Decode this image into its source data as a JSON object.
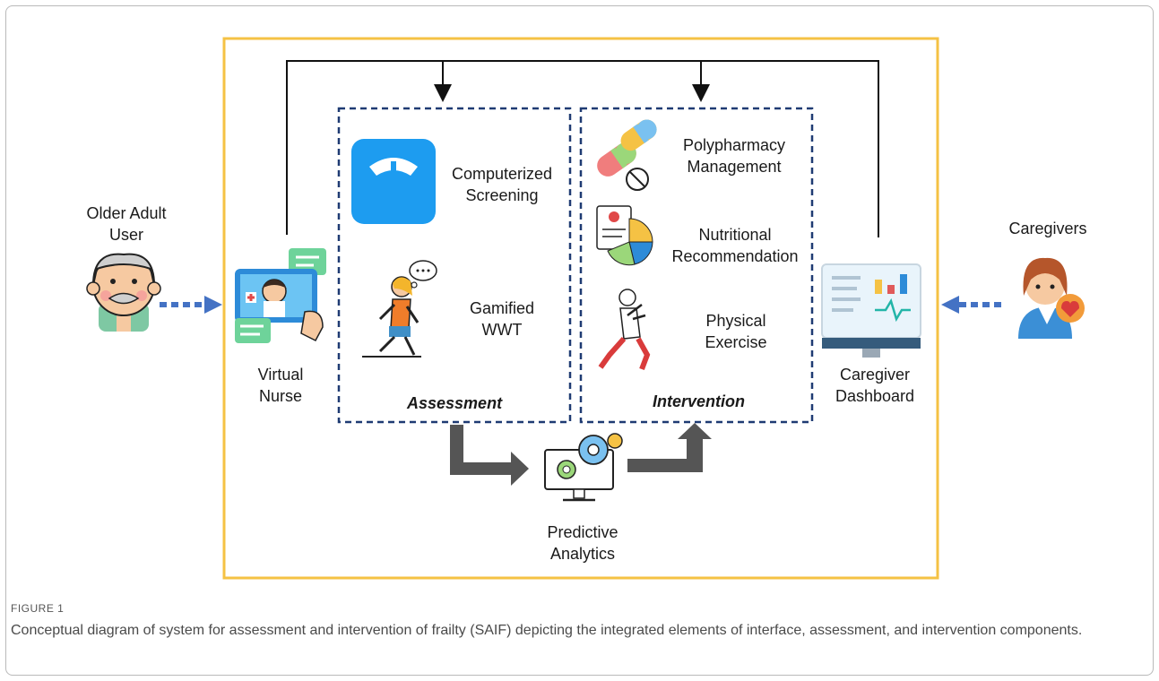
{
  "actors": {
    "older_adult": "Older Adult\nUser",
    "caregivers": "Caregivers",
    "virtual_nurse": "Virtual\nNurse",
    "caregiver_dashboard": "Caregiver\nDashboard"
  },
  "assessment": {
    "title": "Assessment",
    "items": [
      "Computerized\nScreening",
      "Gamified\nWWT"
    ]
  },
  "intervention": {
    "title": "Intervention",
    "items": [
      "Polypharmacy\nManagement",
      "Nutritional\nRecommendation",
      "Physical\nExercise"
    ]
  },
  "analytics": {
    "label": "Predictive\nAnalytics"
  },
  "figure": {
    "label": "FIGURE 1",
    "caption": "Conceptual diagram of system for assessment and intervention of frailty (SAIF) depicting the integrated elements of interface, assessment, and intervention components."
  },
  "colors": {
    "frame": "#f5c244",
    "dashed_box": "#1f3b73",
    "flow_arrow": "#4472c4",
    "process_arrow": "#555555"
  },
  "icons": [
    "older-adult-icon",
    "virtual-nurse-icon",
    "weighing-scale-icon",
    "walking-woman-icon",
    "pills-icon",
    "nutrition-chart-icon",
    "runner-icon",
    "analytics-computer-icon",
    "dashboard-monitor-icon",
    "caregiver-icon"
  ]
}
